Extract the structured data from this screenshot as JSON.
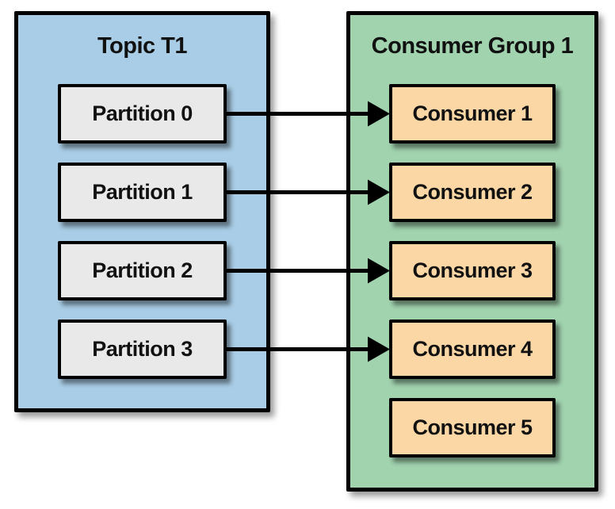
{
  "diagram": {
    "topic": {
      "title": "Topic T1",
      "partitions": [
        "Partition 0",
        "Partition 1",
        "Partition 2",
        "Partition 3"
      ]
    },
    "consumer_group": {
      "title": "Consumer Group 1",
      "consumers": [
        "Consumer 1",
        "Consumer 2",
        "Consumer 3",
        "Consumer 4",
        "Consumer 5"
      ]
    },
    "connections": [
      {
        "from_partition": "Partition 0",
        "to_consumer": "Consumer 1"
      },
      {
        "from_partition": "Partition 1",
        "to_consumer": "Consumer 2"
      },
      {
        "from_partition": "Partition 2",
        "to_consumer": "Consumer 3"
      },
      {
        "from_partition": "Partition 3",
        "to_consumer": "Consumer 4"
      }
    ],
    "colors": {
      "topic_fill": "#A9CDE6",
      "consumer_group_fill": "#A1D3AF",
      "partition_fill": "#E9E9E9",
      "consumer_fill": "#FAD7A5",
      "border": "#000000",
      "arrow": "#000000"
    }
  }
}
